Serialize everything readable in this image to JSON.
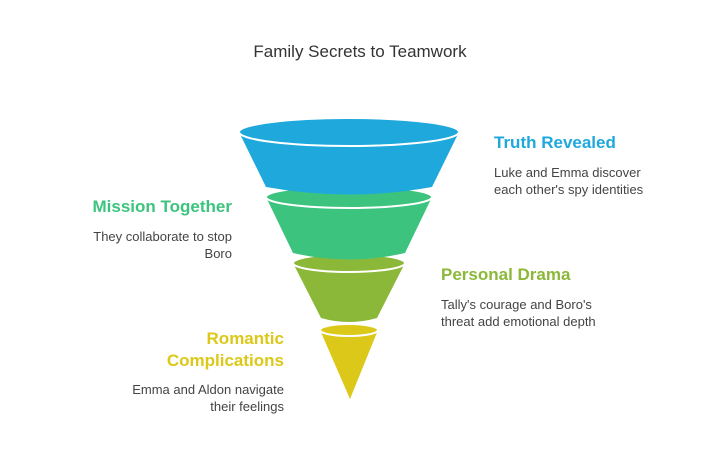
{
  "title": "Family Secrets to Teamwork",
  "stages": [
    {
      "label": "Truth Revealed",
      "description": "Luke and Emma discover each other's spy identities",
      "color": "#1ea8dc"
    },
    {
      "label": "Mission Together",
      "description": "They collaborate to stop Boro",
      "color": "#3cc47e"
    },
    {
      "label": "Personal Drama",
      "description": "Tally's courage and Boro's threat add emotional depth",
      "color": "#8cb83a"
    },
    {
      "label": "Romantic Complications",
      "description": "Emma and Aldon navigate their feelings",
      "color": "#dcc818"
    }
  ]
}
